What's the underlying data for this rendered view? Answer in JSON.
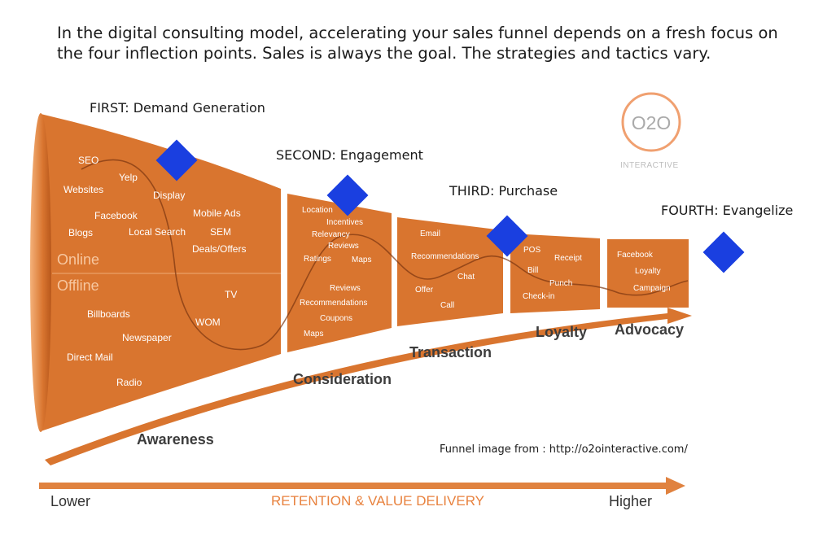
{
  "intro_text": "In the digital consulting model, accelerating your sales funnel depends on a fresh focus on the four inflection points. Sales is always the goal. The strategies and tactics vary.",
  "inflection_points": [
    {
      "label": "FIRST: Demand Generation"
    },
    {
      "label": "SECOND: Engagement"
    },
    {
      "label": "THIRD: Purchase"
    },
    {
      "label": "FOURTH: Evangelize"
    }
  ],
  "stages": [
    "Awareness",
    "Consideration",
    "Transaction",
    "Loyalty",
    "Advocacy"
  ],
  "zones": {
    "online": "Online",
    "offline": "Offline"
  },
  "tactics": {
    "awareness": [
      "SEO",
      "Yelp",
      "Websites",
      "Display",
      "Facebook",
      "Mobile Ads",
      "Blogs",
      "Local Search",
      "SEM",
      "Deals/Offers",
      "TV",
      "Billboards",
      "WOM",
      "Newspaper",
      "Direct Mail",
      "Radio"
    ],
    "consideration": [
      "Location",
      "Incentives",
      "Relevancy",
      "Reviews",
      "Ratings",
      "Maps",
      "Reviews",
      "Recommendations",
      "Coupons",
      "Maps"
    ],
    "transaction": [
      "Email",
      "Recommendations",
      "Chat",
      "Offer",
      "Call"
    ],
    "loyalty": [
      "POS",
      "Receipt",
      "Bill",
      "Punch",
      "Check-in"
    ],
    "advocacy": [
      "Facebook",
      "Loyalty",
      "Campaign"
    ]
  },
  "logo": {
    "mark": "O2O",
    "name": "INTERACTIVE"
  },
  "credit": "Funnel image from : http://o2ointeractive.com/",
  "axis": {
    "low": "Lower",
    "title": "RETENTION & VALUE DELIVERY",
    "high": "Higher"
  },
  "colors": {
    "funnel": "#d9752f",
    "funnel_dark": "#b8581c",
    "diamond": "#1a3fe0",
    "axis_arrow": "#e0823f",
    "zone_text": "#f7c7a0"
  }
}
